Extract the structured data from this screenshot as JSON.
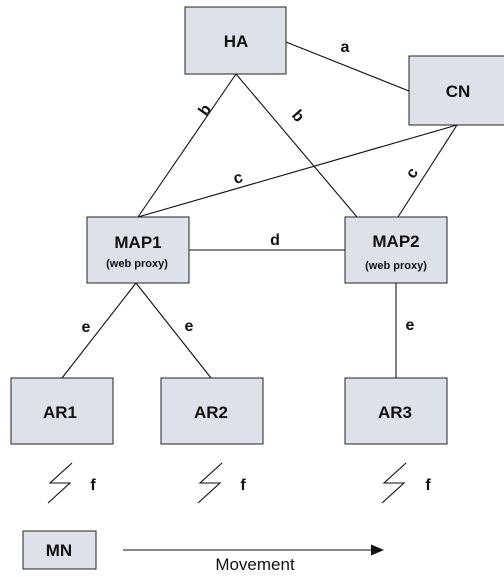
{
  "nodes": {
    "ha": {
      "label": "HA"
    },
    "cn": {
      "label": "CN"
    },
    "map1": {
      "label": "MAP1",
      "sublabel": "(web proxy)"
    },
    "map2": {
      "label": "MAP2",
      "sublabel": "(web proxy)"
    },
    "ar1": {
      "label": "AR1"
    },
    "ar2": {
      "label": "AR2"
    },
    "ar3": {
      "label": "AR3"
    },
    "mn": {
      "label": "MN"
    }
  },
  "edges": {
    "ha_cn": {
      "label": "a"
    },
    "ha_map1": {
      "label": "b"
    },
    "ha_map2": {
      "label": "b"
    },
    "cn_map1": {
      "label": "c"
    },
    "cn_map2": {
      "label": "c"
    },
    "map1_map2": {
      "label": "d"
    },
    "map1_ar1": {
      "label": "e"
    },
    "map1_ar2": {
      "label": "e"
    },
    "map2_ar3": {
      "label": "e"
    }
  },
  "wireless": {
    "ar1": {
      "label": "f"
    },
    "ar2": {
      "label": "f"
    },
    "ar3": {
      "label": "f"
    }
  },
  "movement": {
    "label": "Movement"
  },
  "icons": {
    "wireless_link": "lightning-bolt-icon",
    "movement_arrow": "arrow-right-icon"
  }
}
